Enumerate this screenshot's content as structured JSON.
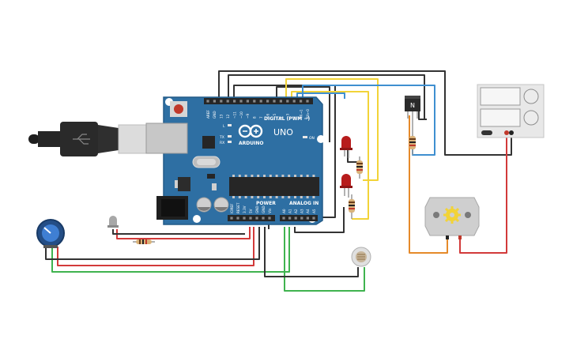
{
  "arduino": {
    "brand": "ARDUINO",
    "model": "UNO",
    "digital_header": "DIGITAL (PWM ~)",
    "power_header": "POWER",
    "analog_header": "ANALOG IN",
    "on_label": "ON",
    "tx_label": "TX",
    "rx_label": "RX",
    "l_label": "L",
    "digital_pins": [
      "AREF",
      "GND",
      "13",
      "12",
      "~11",
      "~10",
      "~9",
      "8",
      "7",
      "~6",
      "~5",
      "4",
      "~3",
      "2",
      "TX→1",
      "RX←0"
    ],
    "power_pins": [
      "IOREF",
      "RESET",
      "3.3V",
      "5V",
      "GND",
      "GND",
      "Vin"
    ],
    "analog_pins": [
      "A0",
      "A1",
      "A2",
      "A3",
      "A4",
      "A5"
    ]
  },
  "transistor": {
    "label": "N"
  },
  "colors": {
    "board": "#2e6fa3",
    "board_edge": "#245b88",
    "wire_black": "#333333",
    "wire_red": "#d23a3a",
    "wire_green": "#3fb34f",
    "wire_yellow": "#f2d338",
    "wire_blue": "#3f8fd0",
    "wire_orange": "#e58a2a",
    "led_red": "#b71c1c",
    "motor": "#cfcfcf"
  }
}
